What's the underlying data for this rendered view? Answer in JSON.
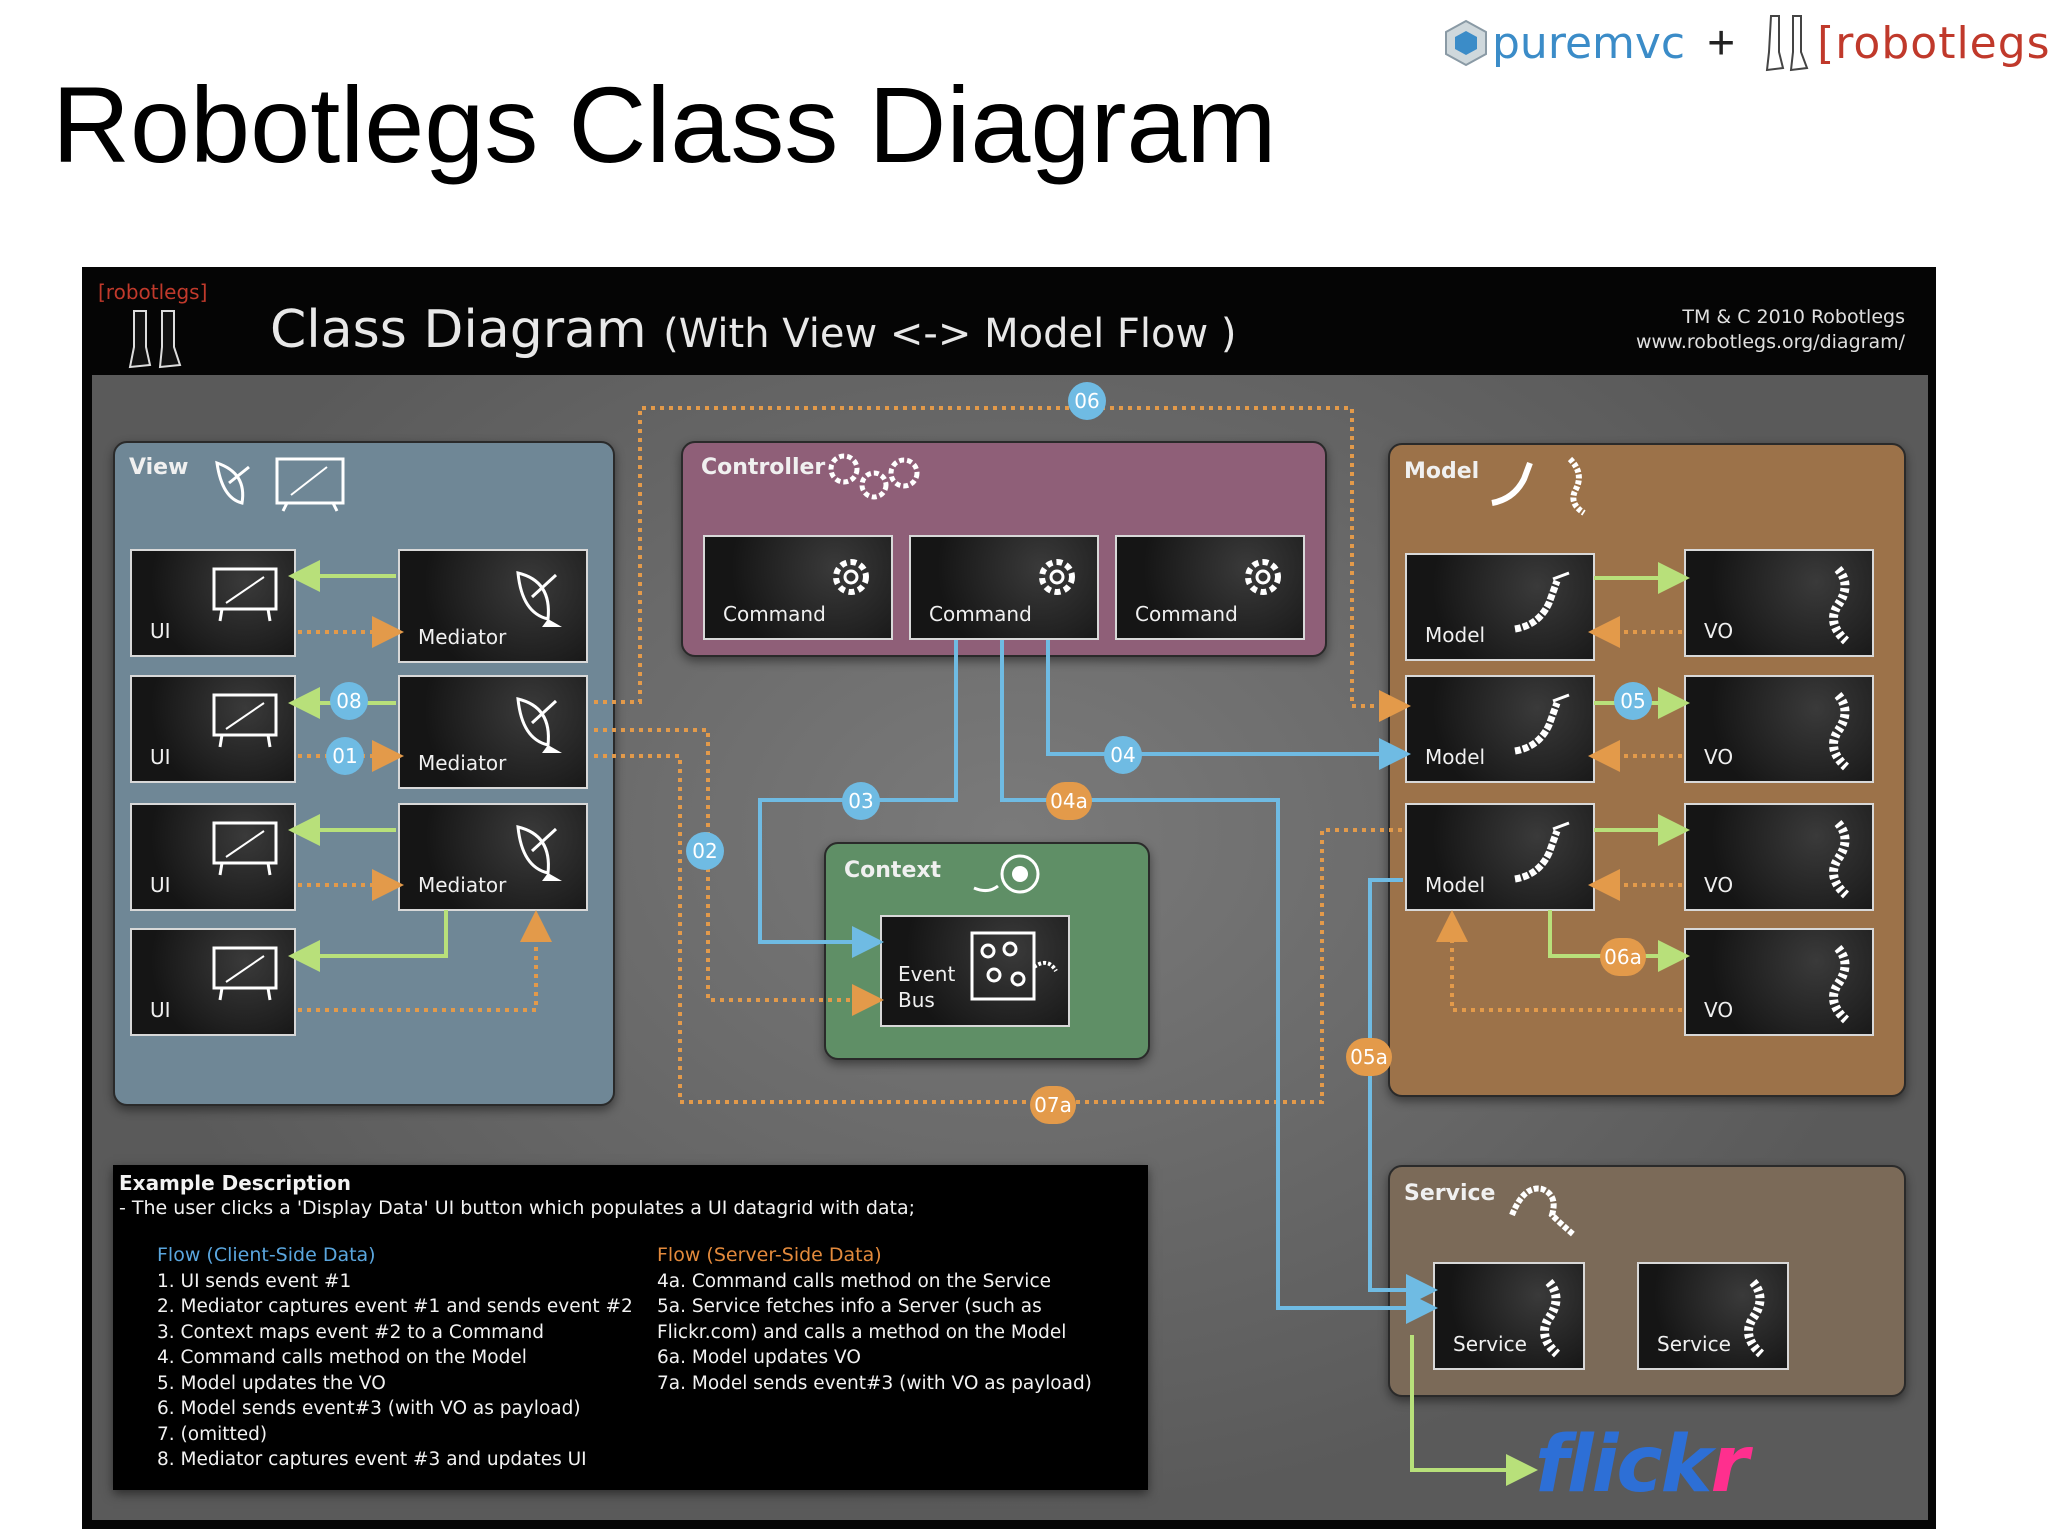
{
  "slide": {
    "title": "Robotlegs Class Diagram",
    "logo_puremvc": "puremvc",
    "plus": "+",
    "logo_robotlegs": "[robotlegs]"
  },
  "diagram": {
    "brand_small": "[robotlegs]",
    "title": "Class Diagram",
    "subtitle": "(With View <-> Model Flow )",
    "copyright_line1": "TM & C 2010 Robotlegs",
    "copyright_line2": "www.robotlegs.org/diagram/"
  },
  "view": {
    "label": "View",
    "ui_labels": [
      "UI",
      "UI",
      "UI",
      "UI"
    ],
    "mediator_labels": [
      "Mediator",
      "Mediator",
      "Mediator"
    ]
  },
  "controller": {
    "label": "Controller",
    "command_labels": [
      "Command",
      "Command",
      "Command"
    ]
  },
  "model": {
    "label": "Model",
    "model_labels": [
      "Model",
      "Model",
      "Model"
    ],
    "vo_labels": [
      "VO",
      "VO",
      "VO",
      "VO"
    ]
  },
  "service": {
    "label": "Service",
    "service_labels": [
      "Service",
      "Service"
    ]
  },
  "context": {
    "label": "Context",
    "event_bus_line1": "Event",
    "event_bus_line2": "Bus"
  },
  "badges": {
    "b01": "01",
    "b02": "02",
    "b03": "03",
    "b04": "04",
    "b05": "05",
    "b06": "06",
    "b08": "08",
    "b04a": "04a",
    "b05a": "05a",
    "b06a": "06a",
    "b07a": "07a"
  },
  "colors": {
    "client_flow": "#6fbbe3",
    "server_flow": "#e39a4a",
    "ui_link": "#b8e07a"
  },
  "description": {
    "title": "Example Description",
    "intro": "- The user clicks a 'Display Data' UI button which populates a UI datagrid with data;",
    "client_heading": "Flow (Client-Side Data)",
    "client_steps": [
      "1. UI sends event #1",
      "2. Mediator captures event #1 and sends event #2",
      "3. Context maps event #2 to a Command",
      "4. Command calls method on the Model",
      "5. Model updates the VO",
      "6. Model sends event#3 (with VO as payload)",
      "7. (omitted)",
      "8. Mediator captures event #3 and updates UI"
    ],
    "server_heading": "Flow (Server-Side Data)",
    "server_steps": [
      "4a. Command calls method on the Service",
      "5a. Service fetches info a Server (such as",
      "Flickr.com) and calls a method on the Model",
      "6a. Model updates VO",
      "7a. Model sends event#3 (with VO as payload)"
    ]
  },
  "flickr": {
    "main": "flick",
    "tail": "r"
  }
}
